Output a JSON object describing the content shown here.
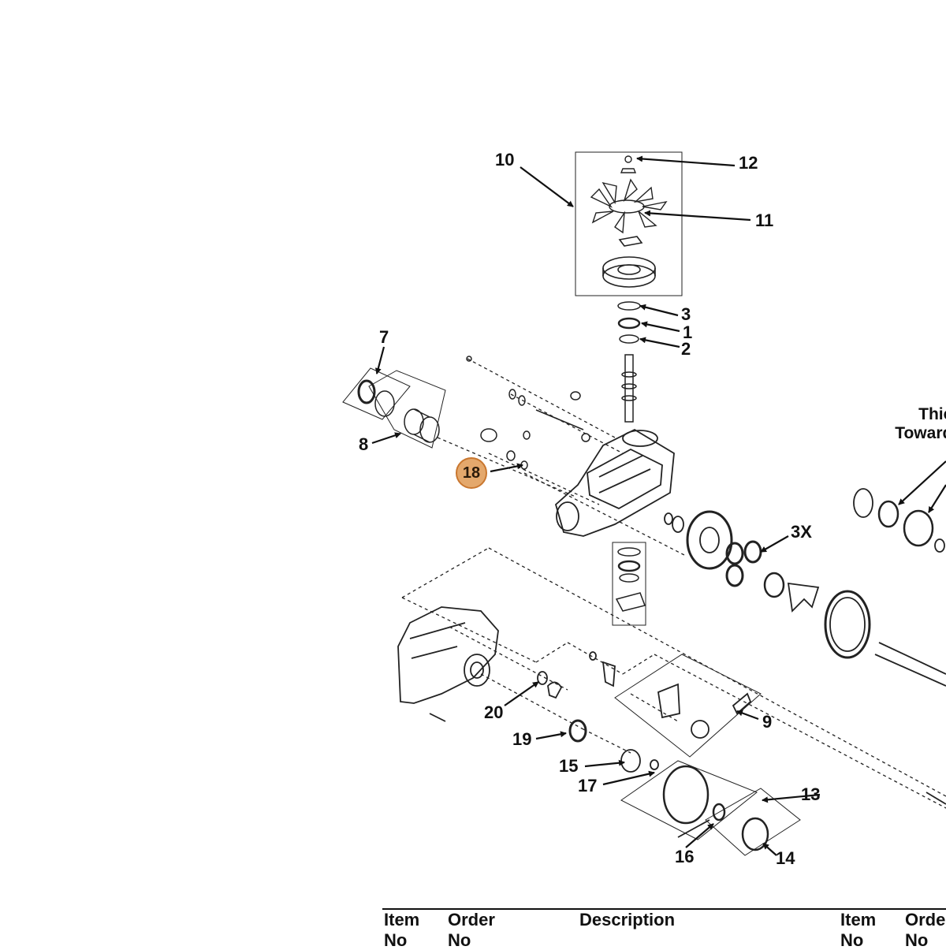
{
  "diagram": {
    "callouts": [
      {
        "id": "c10",
        "label": "10"
      },
      {
        "id": "c12",
        "label": "12"
      },
      {
        "id": "c11",
        "label": "11"
      },
      {
        "id": "c3",
        "label": "3"
      },
      {
        "id": "c1",
        "label": "1"
      },
      {
        "id": "c2",
        "label": "2"
      },
      {
        "id": "c7",
        "label": "7"
      },
      {
        "id": "c8",
        "label": "8"
      },
      {
        "id": "c3x",
        "label": "3X"
      },
      {
        "id": "c20",
        "label": "20"
      },
      {
        "id": "c19",
        "label": "19"
      },
      {
        "id": "c9",
        "label": "9"
      },
      {
        "id": "c15",
        "label": "15"
      },
      {
        "id": "c17",
        "label": "17"
      },
      {
        "id": "c13",
        "label": "13"
      },
      {
        "id": "c16",
        "label": "16"
      },
      {
        "id": "c14",
        "label": "14"
      }
    ],
    "highlight": {
      "label": "18",
      "fill": "#e4a86c",
      "border": "#c9772f"
    },
    "note_lines": [
      "Thick",
      "Towards"
    ]
  },
  "table": {
    "headers": [
      {
        "line1": "Item",
        "line2": "No"
      },
      {
        "line1": "Order",
        "line2": "No"
      },
      {
        "line1": "Description",
        "line2": ""
      },
      {
        "line1": "Item",
        "line2": "No"
      },
      {
        "line1": "Orde",
        "line2": "No"
      }
    ]
  }
}
